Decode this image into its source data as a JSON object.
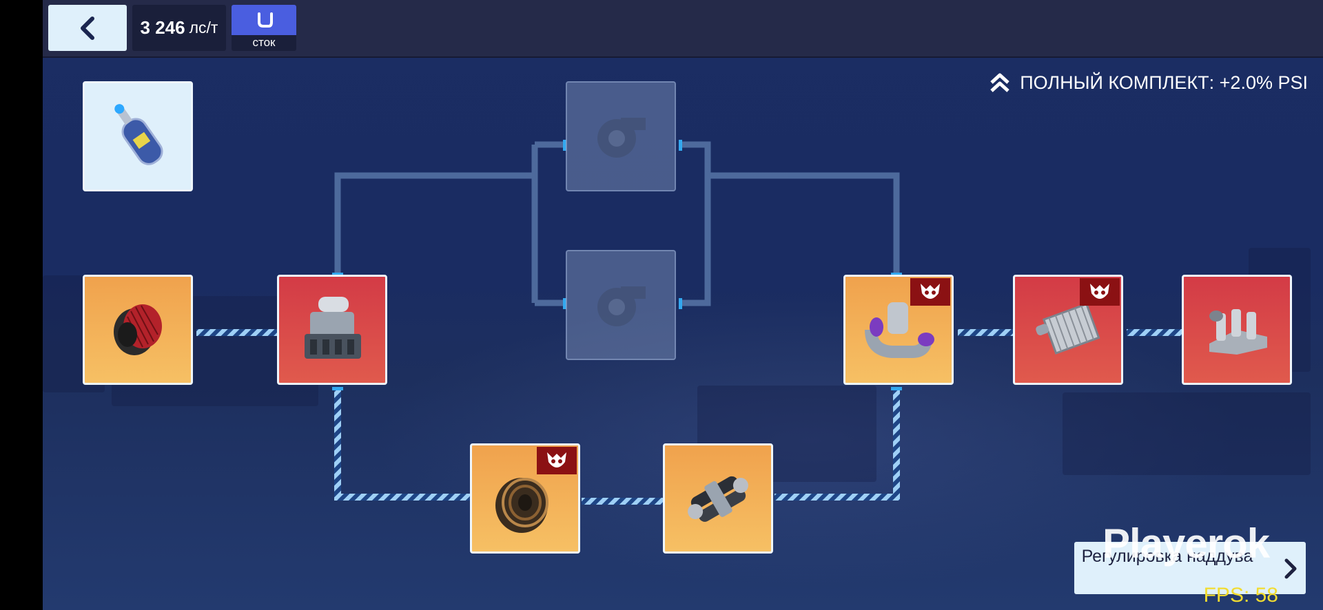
{
  "header": {
    "back_icon": "chevron-left-icon",
    "power_value": "3 246",
    "power_unit": "лс/т",
    "stock_icon": "reset-icon",
    "stock_label": "сток"
  },
  "set_bonus": {
    "icon": "double-chevron-up-icon",
    "label": "ПОЛНЫЙ КОМПЛЕКТ: +2.0% PSI"
  },
  "parts": [
    {
      "id": "nitrous",
      "icon": "nitrous-bottle-icon",
      "rarity": "common"
    },
    {
      "id": "air-filter",
      "icon": "air-filter-icon",
      "rarity": "epic"
    },
    {
      "id": "supercharger",
      "icon": "supercharger-icon",
      "rarity": "legendary"
    },
    {
      "id": "turbo-slot-1",
      "icon": "turbo-icon",
      "state": "empty"
    },
    {
      "id": "turbo-slot-2",
      "icon": "turbo-icon",
      "state": "empty"
    },
    {
      "id": "pulley",
      "icon": "pulley-icon",
      "rarity": "epic",
      "badge": "demon-emblem-icon"
    },
    {
      "id": "fuel-pump",
      "icon": "fuel-pump-icon",
      "rarity": "epic"
    },
    {
      "id": "turbo-pipe",
      "icon": "turbo-pipe-icon",
      "rarity": "epic",
      "badge": "demon-emblem-icon"
    },
    {
      "id": "intercooler",
      "icon": "intercooler-icon",
      "rarity": "legendary",
      "badge": "demon-emblem-icon"
    },
    {
      "id": "intake-manifold",
      "icon": "intake-manifold-icon",
      "rarity": "legendary"
    }
  ],
  "boost_button": {
    "label": "Регулировка наддува",
    "icon": "chevron-right-icon"
  },
  "overlay": {
    "watermark": "Playerok",
    "fps": "FPS: 58"
  },
  "colors": {
    "background": "#1b2d63",
    "topbar": "#252a49",
    "epic": "#f0a24d",
    "legendary": "#d33b46",
    "accent_blue": "#4a5ee0",
    "fps_yellow": "#f2dc30"
  }
}
